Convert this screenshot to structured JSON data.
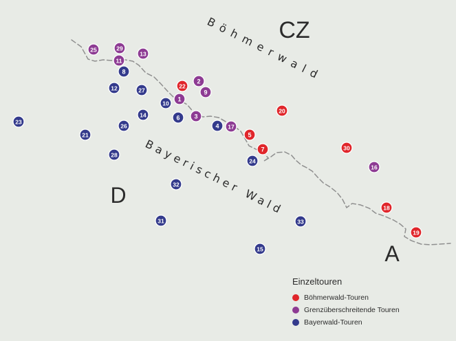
{
  "colors": {
    "background": "#e8ebe6",
    "border": "#8f8f8f",
    "boehmerwald": "#e0262b",
    "grenz": "#8d3b93",
    "bayerwald": "#333a8c",
    "text": "#2b2b2b"
  },
  "labels": {
    "country_cz": "CZ",
    "country_d": "D",
    "country_a": "A",
    "region_boehmerwald": "Böhmerwald",
    "region_bayerischer_wald": "Bayerischer Wald"
  },
  "legend": {
    "title": "Einzeltouren",
    "items": [
      {
        "key": "boehmerwald",
        "label": "Böhmerwald-Touren"
      },
      {
        "key": "grenz",
        "label": "Grenzüberschreitende Touren"
      },
      {
        "key": "bayerwald",
        "label": "Bayerwald-Touren"
      }
    ]
  },
  "tours": [
    {
      "num": "25",
      "cat": "grenz"
    },
    {
      "num": "29",
      "cat": "grenz"
    },
    {
      "num": "13",
      "cat": "grenz"
    },
    {
      "num": "11",
      "cat": "grenz"
    },
    {
      "num": "8",
      "cat": "bayerwald"
    },
    {
      "num": "12",
      "cat": "bayerwald"
    },
    {
      "num": "27",
      "cat": "bayerwald"
    },
    {
      "num": "22",
      "cat": "boehmerwald"
    },
    {
      "num": "2",
      "cat": "grenz"
    },
    {
      "num": "9",
      "cat": "grenz"
    },
    {
      "num": "1",
      "cat": "grenz"
    },
    {
      "num": "10",
      "cat": "bayerwald"
    },
    {
      "num": "14",
      "cat": "bayerwald"
    },
    {
      "num": "6",
      "cat": "bayerwald"
    },
    {
      "num": "3",
      "cat": "grenz"
    },
    {
      "num": "4",
      "cat": "bayerwald"
    },
    {
      "num": "17",
      "cat": "grenz"
    },
    {
      "num": "5",
      "cat": "boehmerwald"
    },
    {
      "num": "20",
      "cat": "boehmerwald"
    },
    {
      "num": "7",
      "cat": "boehmerwald"
    },
    {
      "num": "24",
      "cat": "bayerwald"
    },
    {
      "num": "23",
      "cat": "bayerwald"
    },
    {
      "num": "21",
      "cat": "bayerwald"
    },
    {
      "num": "26",
      "cat": "bayerwald"
    },
    {
      "num": "28",
      "cat": "bayerwald"
    },
    {
      "num": "32",
      "cat": "bayerwald"
    },
    {
      "num": "31",
      "cat": "bayerwald"
    },
    {
      "num": "33",
      "cat": "bayerwald"
    },
    {
      "num": "15",
      "cat": "bayerwald"
    },
    {
      "num": "30",
      "cat": "boehmerwald"
    },
    {
      "num": "16",
      "cat": "grenz"
    },
    {
      "num": "18",
      "cat": "boehmerwald"
    },
    {
      "num": "19",
      "cat": "boehmerwald"
    }
  ]
}
